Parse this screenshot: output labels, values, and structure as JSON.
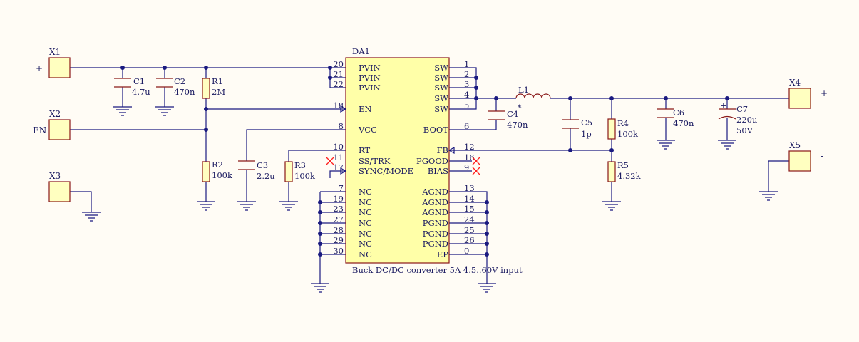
{
  "ic": {
    "designator": "DA1",
    "description": "Buck DC/DC converter 5A 4.5..60V input",
    "left_pins": [
      {
        "num": "20",
        "name": "PVIN"
      },
      {
        "num": "21",
        "name": "PVIN"
      },
      {
        "num": "22",
        "name": "PVIN"
      },
      {
        "num": "18",
        "name": "EN"
      },
      {
        "num": "8",
        "name": "VCC"
      },
      {
        "num": "10",
        "name": "RT"
      },
      {
        "num": "11",
        "name": "SS/TRK"
      },
      {
        "num": "17",
        "name": "SYNC/MODE"
      },
      {
        "num": "7",
        "name": "NC"
      },
      {
        "num": "19",
        "name": "NC"
      },
      {
        "num": "23",
        "name": "NC"
      },
      {
        "num": "27",
        "name": "NC"
      },
      {
        "num": "28",
        "name": "NC"
      },
      {
        "num": "29",
        "name": "NC"
      },
      {
        "num": "30",
        "name": "NC"
      }
    ],
    "right_pins": [
      {
        "num": "1",
        "name": "SW"
      },
      {
        "num": "2",
        "name": "SW"
      },
      {
        "num": "3",
        "name": "SW"
      },
      {
        "num": "4",
        "name": "SW"
      },
      {
        "num": "5",
        "name": "SW"
      },
      {
        "num": "6",
        "name": "BOOT"
      },
      {
        "num": "12",
        "name": "FB"
      },
      {
        "num": "16",
        "name": "PGOOD"
      },
      {
        "num": "9",
        "name": "BIAS"
      },
      {
        "num": "13",
        "name": "AGND"
      },
      {
        "num": "14",
        "name": "AGND"
      },
      {
        "num": "15",
        "name": "AGND"
      },
      {
        "num": "24",
        "name": "PGND"
      },
      {
        "num": "25",
        "name": "PGND"
      },
      {
        "num": "26",
        "name": "PGND"
      },
      {
        "num": "0",
        "name": "EP"
      }
    ]
  },
  "connectors": [
    {
      "ref": "X1",
      "label": "+"
    },
    {
      "ref": "X2",
      "label": "EN"
    },
    {
      "ref": "X3",
      "label": "-"
    },
    {
      "ref": "X4",
      "label": "+"
    },
    {
      "ref": "X5",
      "label": "-"
    }
  ],
  "components": [
    {
      "ref": "C1",
      "value": "4.7u"
    },
    {
      "ref": "C2",
      "value": "470n"
    },
    {
      "ref": "R1",
      "value": "2M"
    },
    {
      "ref": "R2",
      "value": "100k"
    },
    {
      "ref": "C3",
      "value": "2.2u"
    },
    {
      "ref": "R3",
      "value": "100k"
    },
    {
      "ref": "C4",
      "value": "470n",
      "marker": "*"
    },
    {
      "ref": "L1",
      "value": ""
    },
    {
      "ref": "C5",
      "value": "1p"
    },
    {
      "ref": "R4",
      "value": "100k"
    },
    {
      "ref": "R5",
      "value": "4.32k"
    },
    {
      "ref": "C6",
      "value": "470n"
    },
    {
      "ref": "C7",
      "value": "220u",
      "rating": "50V",
      "polarity": "+"
    }
  ],
  "colors": {
    "background": "#FFFCF5",
    "wire": "#1a1a80",
    "part_outline": "#8a1818",
    "part_fill": "#FFFFC0",
    "no_connect": "#ff2020"
  }
}
